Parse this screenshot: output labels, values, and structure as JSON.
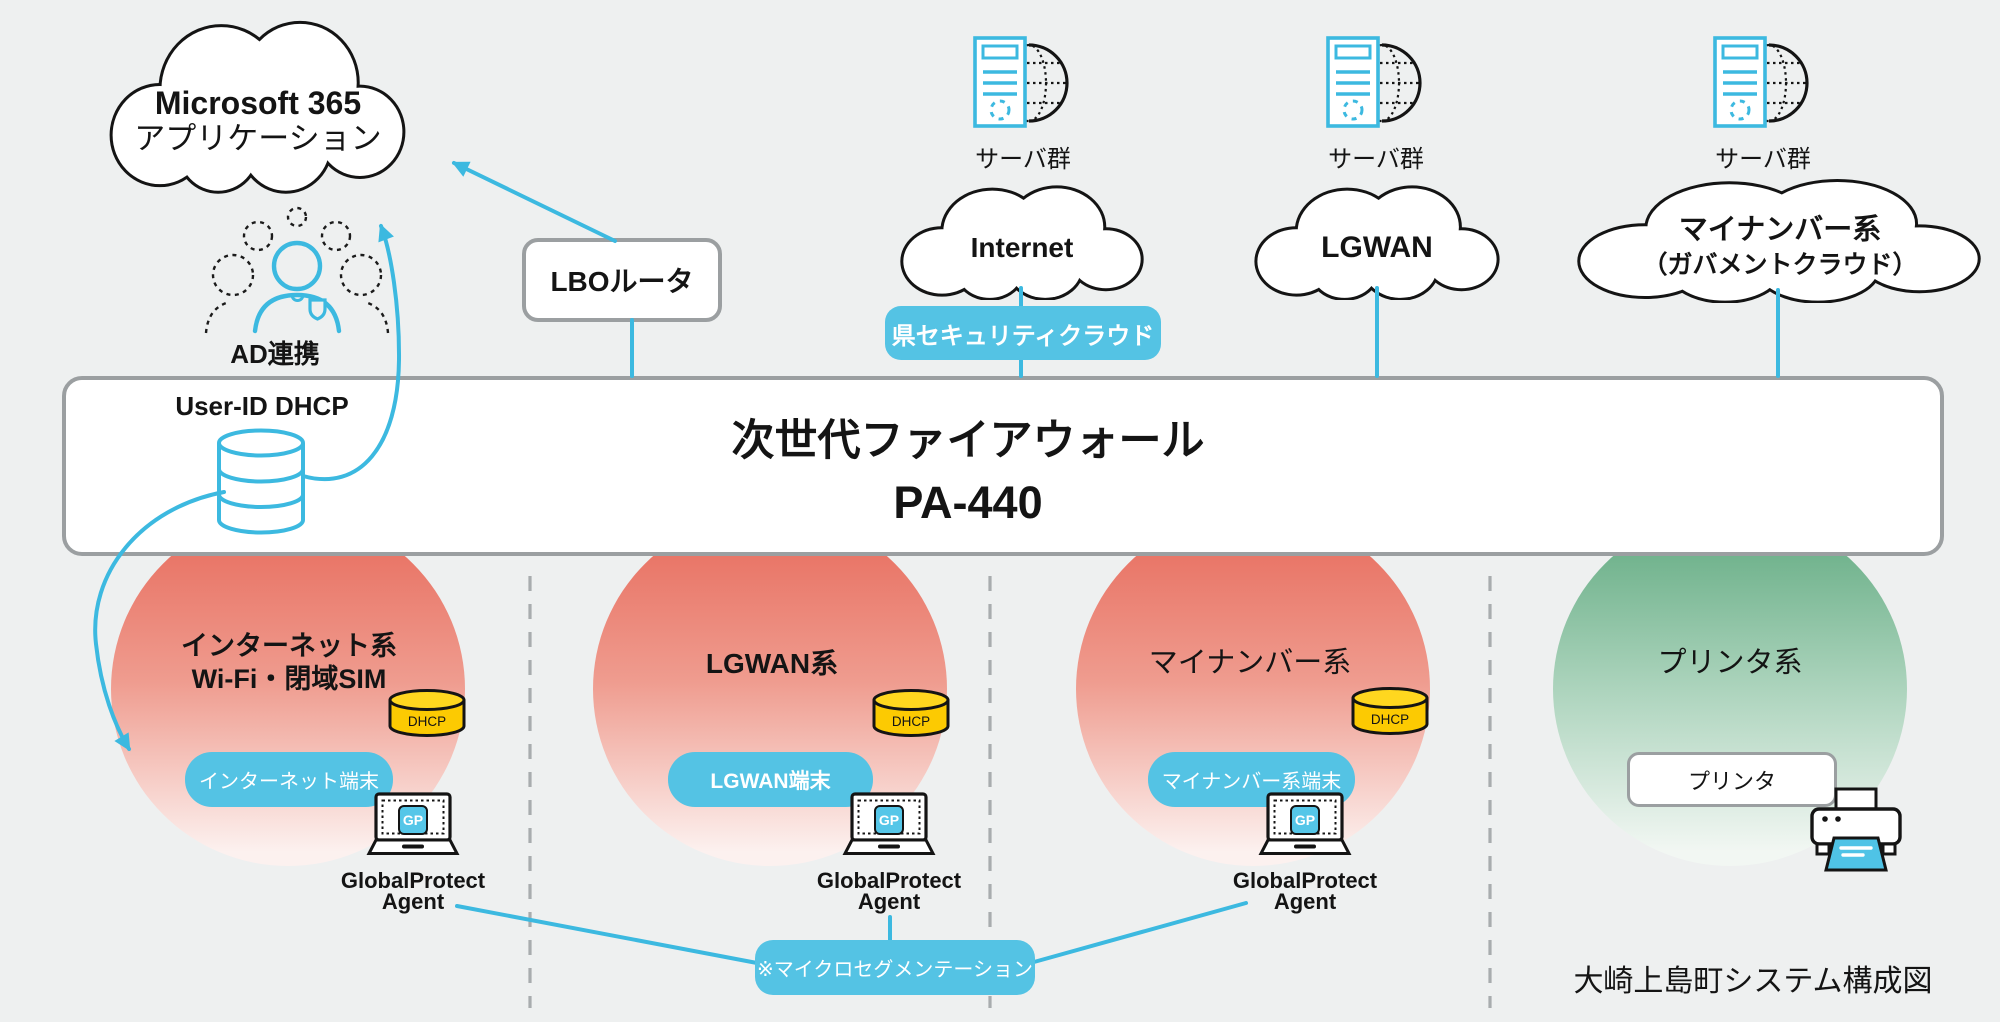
{
  "caption": "大崎上島町システム構成図",
  "colors": {
    "accent_cyan": "#3cb9e0",
    "badge_cyan": "#54c3e4",
    "dhcp_yellow": "#fcca02",
    "zone_red": "#e7695a",
    "zone_green": "#5fa97f",
    "outline_black": "#141414",
    "border_gray": "#9b9fa1"
  },
  "m365_cloud": {
    "line1": "Microsoft 365",
    "line2": "アプリケーション"
  },
  "ad_label": "AD連携",
  "lbo_label": "LBOルータ",
  "security_cloud_badge": "県セキュリティクラウド",
  "firewall": {
    "user_id": "User-ID DHCP",
    "title1": "次世代ファイアウォール",
    "title2": "PA-440"
  },
  "server_columns": [
    {
      "server_label": "サーバ群",
      "cloud_label": "Internet"
    },
    {
      "server_label": "サーバ群",
      "cloud_label": "LGWAN"
    },
    {
      "server_label": "サーバ群",
      "cloud_label1": "マイナンバー系",
      "cloud_label2": "（ガバメントクラウド）"
    }
  ],
  "zones": [
    {
      "title1": "インターネット系",
      "title2": "Wi-Fi・閉域SIM",
      "dhcp_label": "DHCP",
      "endpoint_label": "インターネット端末",
      "gp_label": "GP",
      "agent1": "GlobalProtect",
      "agent2": "Agent"
    },
    {
      "title1": "LGWAN系",
      "dhcp_label": "DHCP",
      "endpoint_label": "LGWAN端末",
      "gp_label": "GP",
      "agent1": "GlobalProtect",
      "agent2": "Agent"
    },
    {
      "title1": "マイナンバー系",
      "dhcp_label": "DHCP",
      "endpoint_label": "マイナンバー系端末",
      "gp_label": "GP",
      "agent1": "GlobalProtect",
      "agent2": "Agent"
    },
    {
      "title1": "プリンタ系",
      "endpoint_label": "プリンタ"
    }
  ],
  "microseg_badge": "※マイクロセグメンテーション"
}
